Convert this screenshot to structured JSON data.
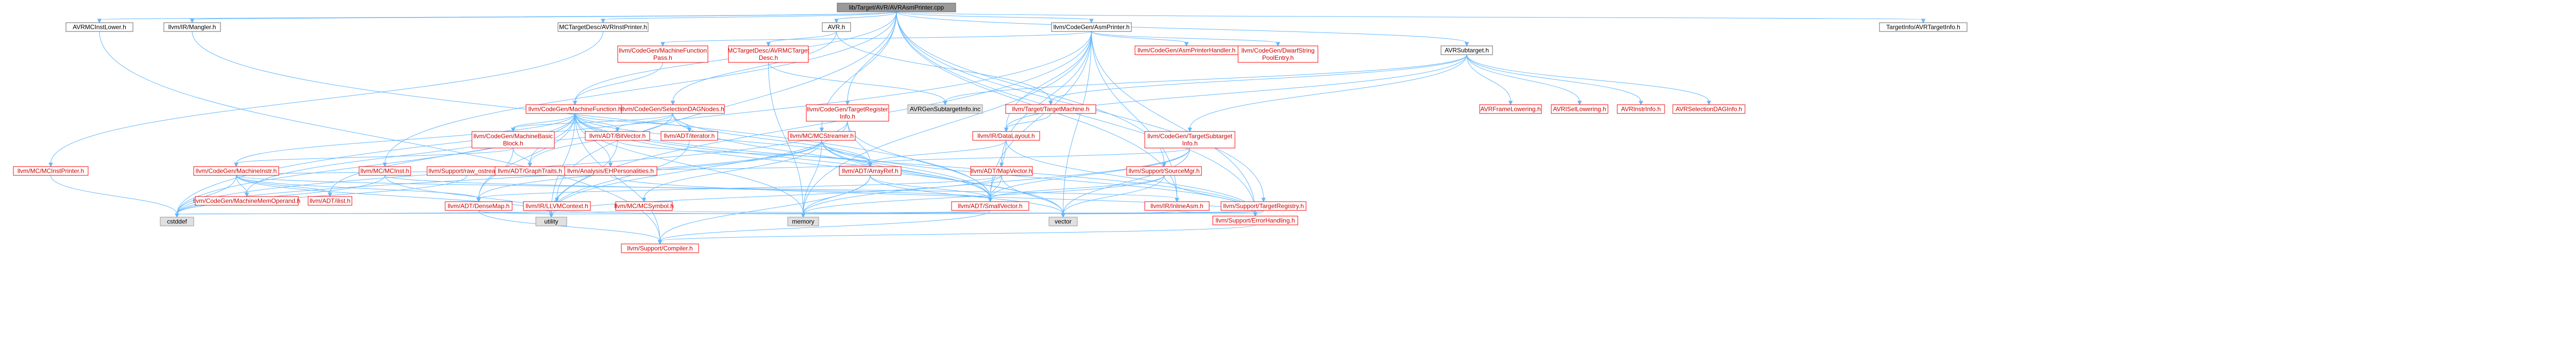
{
  "colors": {
    "root_fill": "#999999",
    "node_border": "#ff0000",
    "leaf_fill": "#e0e0e0",
    "edge": "#63b8ff",
    "text_red": "#cc0000"
  },
  "nodes": [
    {
      "id": "root",
      "style": "root",
      "lines": [
        "lib/Target/AVR/AVRAsmPrinter.cpp"
      ]
    },
    {
      "id": "avrmcinstlower",
      "style": "plain",
      "lines": [
        "AVRMCInstLower.h"
      ]
    },
    {
      "id": "mangler",
      "style": "plain",
      "lines": [
        "llvm/IR/Mangler.h"
      ]
    },
    {
      "id": "instprinter",
      "style": "plain",
      "lines": [
        "MCTargetDesc/AVRInstPrinter.h"
      ]
    },
    {
      "id": "avrh",
      "style": "plain",
      "lines": [
        "AVR.h"
      ]
    },
    {
      "id": "asmprinter",
      "style": "plain",
      "lines": [
        "llvm/CodeGen/AsmPrinter.h"
      ]
    },
    {
      "id": "targetinfo",
      "style": "plain",
      "lines": [
        "TargetInfo/AVRTargetInfo.h"
      ]
    },
    {
      "id": "mcinstprinter",
      "style": "normal",
      "lines": [
        "llvm/MC/MCInstPrinter.h"
      ]
    },
    {
      "id": "mfpass",
      "style": "normal",
      "lines": [
        "llvm/CodeGen/MachineFunction",
        "Pass.h"
      ]
    },
    {
      "id": "avrmctargetdesc",
      "style": "normal",
      "lines": [
        "MCTargetDesc/AVRMCTarget",
        "Desc.h"
      ]
    },
    {
      "id": "avrsubtarget",
      "style": "plain",
      "lines": [
        "AVRSubtarget.h"
      ]
    },
    {
      "id": "asmprinterhandler",
      "style": "normal",
      "lines": [
        "llvm/CodeGen/AsmPrinterHandler.h"
      ]
    },
    {
      "id": "dwarfstring",
      "style": "normal",
      "lines": [
        "llvm/CodeGen/DwarfString",
        "PoolEntry.h"
      ]
    },
    {
      "id": "machinefunction",
      "style": "normal",
      "lines": [
        "llvm/CodeGen/MachineFunction.h"
      ]
    },
    {
      "id": "selectiondagnodes",
      "style": "normal",
      "lines": [
        "llvm/CodeGen/SelectionDAGNodes.h"
      ]
    },
    {
      "id": "targetreginfo",
      "style": "normal",
      "lines": [
        "llvm/CodeGen/TargetRegister",
        "Info.h"
      ]
    },
    {
      "id": "avrgensubtarget",
      "style": "leaf",
      "lines": [
        "AVRGenSubtargetInfo.inc"
      ]
    },
    {
      "id": "targetmachine",
      "style": "normal",
      "lines": [
        "llvm/Target/TargetMachine.h"
      ]
    },
    {
      "id": "avrframelowering",
      "style": "normal",
      "lines": [
        "AVRFrameLowering.h"
      ]
    },
    {
      "id": "avrisellowering",
      "style": "normal",
      "lines": [
        "AVRISelLowering.h"
      ]
    },
    {
      "id": "avrinstrinfo",
      "style": "normal",
      "lines": [
        "AVRInstrInfo.h"
      ]
    },
    {
      "id": "avrseldaginfo",
      "style": "normal",
      "lines": [
        "AVRSelectionDAGInfo.h"
      ]
    },
    {
      "id": "mbb",
      "style": "normal",
      "lines": [
        "llvm/CodeGen/MachineBasic",
        "Block.h"
      ]
    },
    {
      "id": "bitvector",
      "style": "normal",
      "lines": [
        "llvm/ADT/BitVector.h"
      ]
    },
    {
      "id": "iterator",
      "style": "normal",
      "lines": [
        "llvm/ADT/iterator.h"
      ]
    },
    {
      "id": "mcstreamer",
      "style": "normal",
      "lines": [
        "llvm/MC/MCStreamer.h"
      ]
    },
    {
      "id": "datalayout",
      "style": "normal",
      "lines": [
        "llvm/IR/DataLayout.h"
      ]
    },
    {
      "id": "targetsubtarget",
      "style": "normal",
      "lines": [
        "llvm/CodeGen/TargetSubtarget",
        "Info.h"
      ]
    },
    {
      "id": "machineinstr",
      "style": "normal",
      "lines": [
        "llvm/CodeGen/MachineInstr.h"
      ]
    },
    {
      "id": "mcinst",
      "style": "normal",
      "lines": [
        "llvm/MC/MCInst.h"
      ]
    },
    {
      "id": "rawostream",
      "style": "normal",
      "lines": [
        "llvm/Support/raw_ostream.h"
      ]
    },
    {
      "id": "ehpersonalities",
      "style": "normal",
      "lines": [
        "llvm/Analysis/EHPersonalities.h"
      ]
    },
    {
      "id": "graphtraits",
      "style": "normal",
      "lines": [
        "llvm/ADT/GraphTraits.h"
      ]
    },
    {
      "id": "arrayref",
      "style": "normal",
      "lines": [
        "llvm/ADT/ArrayRef.h"
      ]
    },
    {
      "id": "mapvector",
      "style": "normal",
      "lines": [
        "llvm/ADT/MapVector.h"
      ]
    },
    {
      "id": "sourcemgr",
      "style": "normal",
      "lines": [
        "llvm/Support/SourceMgr.h"
      ]
    },
    {
      "id": "machinememoperand",
      "style": "normal",
      "lines": [
        "llvm/CodeGen/MachineMemOperand.h"
      ]
    },
    {
      "id": "ilist",
      "style": "normal",
      "lines": [
        "llvm/ADT/ilist.h"
      ]
    },
    {
      "id": "densemap",
      "style": "normal",
      "lines": [
        "llvm/ADT/DenseMap.h"
      ]
    },
    {
      "id": "llvmcontext",
      "style": "normal",
      "lines": [
        "llvm/IR/LLVMContext.h"
      ]
    },
    {
      "id": "mcsymbol",
      "style": "normal",
      "lines": [
        "llvm/MC/MCSymbol.h"
      ]
    },
    {
      "id": "smallvector",
      "style": "normal",
      "lines": [
        "llvm/ADT/SmallVector.h"
      ]
    },
    {
      "id": "inlineasm",
      "style": "normal",
      "lines": [
        "llvm/IR/InlineAsm.h"
      ]
    },
    {
      "id": "targetregistry",
      "style": "normal",
      "lines": [
        "llvm/Support/TargetRegistry.h"
      ]
    },
    {
      "id": "cstddef",
      "style": "leaf",
      "lines": [
        "cstddef"
      ]
    },
    {
      "id": "utility",
      "style": "leaf",
      "lines": [
        "utility"
      ]
    },
    {
      "id": "memory",
      "style": "leaf",
      "lines": [
        "memory"
      ]
    },
    {
      "id": "vector",
      "style": "leaf",
      "lines": [
        "vector"
      ]
    },
    {
      "id": "errorhandling",
      "style": "normal",
      "lines": [
        "llvm/Support/ErrorHandling.h"
      ]
    },
    {
      "id": "compiler",
      "style": "normal",
      "lines": [
        "llvm/Support/Compiler.h"
      ]
    }
  ]
}
